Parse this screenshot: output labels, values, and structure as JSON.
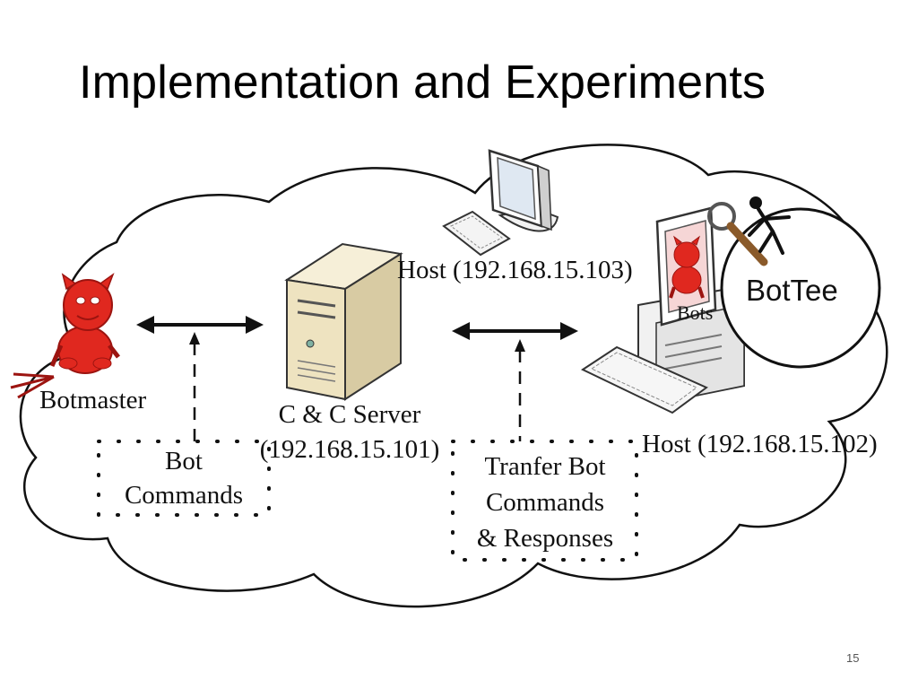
{
  "slide": {
    "title": "Implementation and Experiments",
    "page_number": "15"
  },
  "diagram": {
    "nodes": {
      "botmaster": "Botmaster",
      "cc_server_name": "C & C Server",
      "cc_server_ip": "(192.168.15.101)",
      "host_103": "Host (192.168.15.103)",
      "host_102": "Host (192.168.15.102)",
      "bots": "Bots",
      "bottee": "BotTee"
    },
    "annotations": {
      "bot_commands_line1": "Bot",
      "bot_commands_line2": "Commands",
      "transfer_line1": "Tranfer Bot",
      "transfer_line2": "Commands",
      "transfer_line3": "& Responses"
    },
    "colors": {
      "devil": "#e0281f",
      "devil_dark": "#9c1410",
      "server_beige": "#eee3c0",
      "outline": "#111111"
    }
  }
}
